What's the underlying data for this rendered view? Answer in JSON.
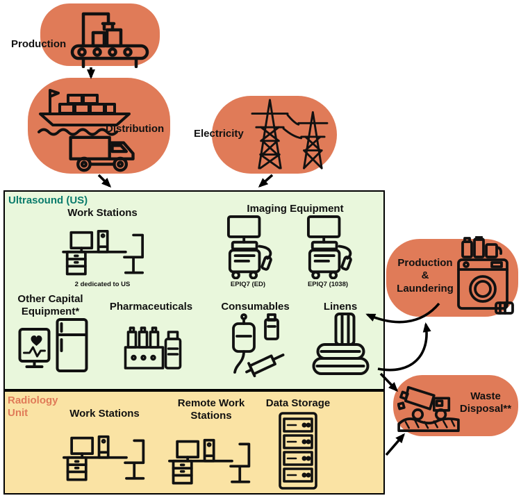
{
  "nodes": {
    "production": {
      "label": "Production"
    },
    "distribution": {
      "label": "Distribution"
    },
    "electricity": {
      "label": "Electricity"
    },
    "laundering": {
      "label": "Production & Laundering"
    },
    "waste": {
      "label": "Waste Disposal**"
    }
  },
  "us": {
    "title": "Ultrasound (US)",
    "work_stations": {
      "label": "Work Stations",
      "caption": "2 dedicated to US"
    },
    "imaging": {
      "label": "Imaging Equipment",
      "machines": [
        {
          "caption": "EPIQ7 (ED)"
        },
        {
          "caption": "EPIQ7 (1038)"
        }
      ]
    },
    "other_capital": {
      "label": "Other Capital Equipment*"
    },
    "pharmaceuticals": {
      "label": "Pharmaceuticals"
    },
    "consumables": {
      "label": "Consumables"
    },
    "linens": {
      "label": "Linens"
    }
  },
  "radiology": {
    "title": "Radiology Unit",
    "work_stations": {
      "label": "Work Stations"
    },
    "remote_work_stations": {
      "label": "Remote Work Stations"
    },
    "data_storage": {
      "label": "Data Storage"
    }
  },
  "colors": {
    "blob": "#E07B58",
    "us_fill": "#E9F7DC",
    "us_title": "#0A7B6B",
    "radiology_fill": "#FAE3A4",
    "radiology_title": "#E07B58",
    "arrow": "#000000"
  },
  "icons": [
    "factory-icon",
    "cargo-ship-icon",
    "delivery-truck-icon",
    "power-towers-icon",
    "workstation-desk-icon",
    "ultrasound-machine-icon",
    "capital-equipment-icon",
    "pharmaceuticals-shelf-icon",
    "iv-syringe-icon",
    "linens-stack-icon",
    "washing-machine-icon",
    "waste-truck-icon",
    "server-rack-icon"
  ]
}
